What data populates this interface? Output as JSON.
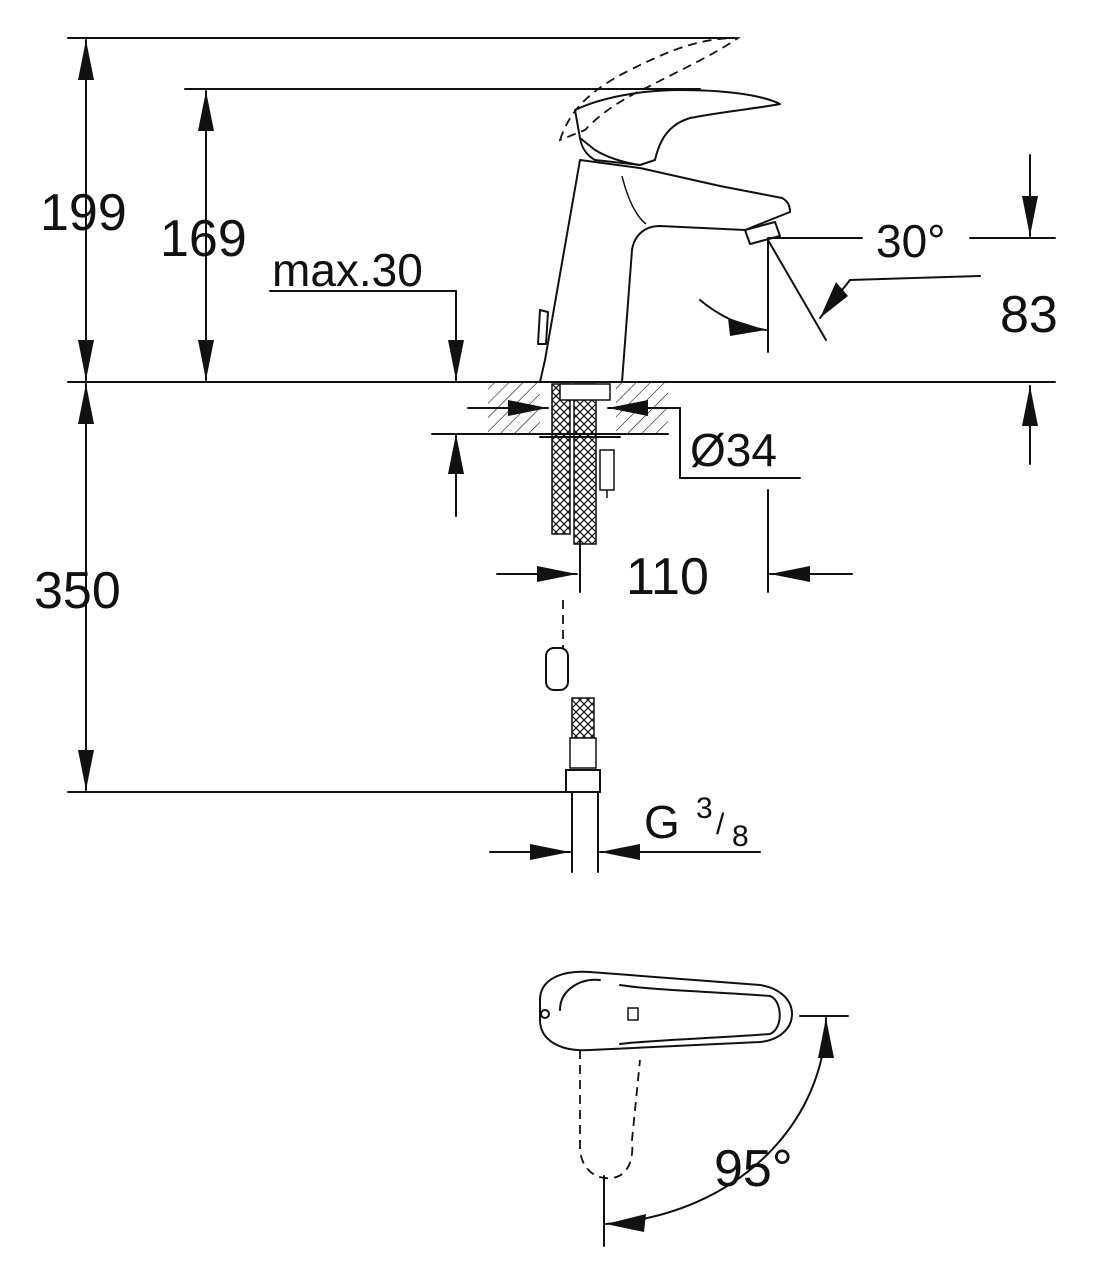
{
  "dimensions": {
    "h_total": "199",
    "h_lever": "169",
    "max_deck": "max.30",
    "spout_angle": "30°",
    "spout_height": "83",
    "hole_diameter": "Ø34",
    "spout_reach": "110",
    "hose_length": "350",
    "thread_main": "G",
    "thread_num": "3",
    "thread_slash": "/",
    "thread_den": "8",
    "lever_rotation": "95°"
  },
  "colors": {
    "ink": "#111111",
    "background": "#ffffff"
  }
}
